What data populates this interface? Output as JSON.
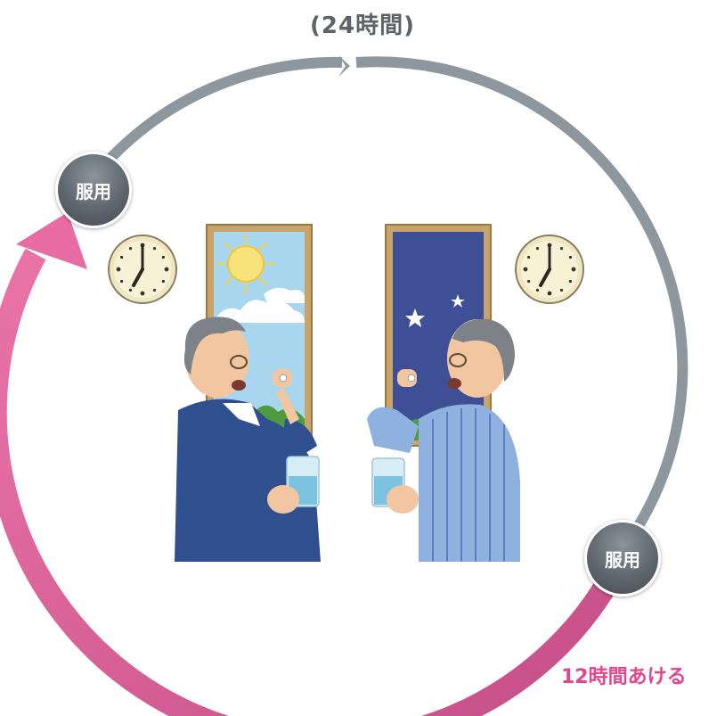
{
  "title": "(24時間)",
  "dose_label_top": "服用",
  "dose_label_bottom": "服用",
  "interval_label": "12時間あける",
  "colors": {
    "cycle_arc": "#8f979e",
    "interval_arrow": "#e25c98",
    "interval_text": "#e4468d",
    "title_text": "#5e6367",
    "badge": "#5f676e"
  },
  "icons": [
    "clock-icon",
    "sun-icon",
    "moon-icon",
    "star-icon"
  ]
}
